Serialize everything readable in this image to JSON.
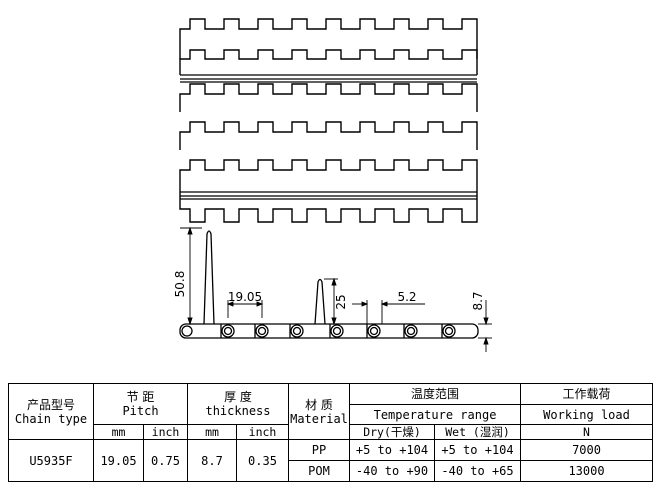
{
  "drawing": {
    "dim_height_total": "50.8",
    "dim_pitch": "19.05",
    "dim_flight": "25",
    "dim_gap": "5.2",
    "dim_thickness": "8.7"
  },
  "table": {
    "h_product": "产品型号",
    "h_product_en": "Chain type",
    "h_pitch_cn": "节 距",
    "h_pitch_en": "Pitch",
    "h_thick_cn": "厚  度",
    "h_thick_en": "thickness",
    "h_material_cn": "材 质",
    "h_material_en": "Material",
    "h_temp_cn": "温度范围",
    "h_temp_en": "Temperature range",
    "h_load_cn": "工作载荷",
    "h_load_en": "Working load",
    "u_mm1": "mm",
    "u_inch1": "inch",
    "u_mm2": "mm",
    "u_inch2": "inch",
    "u_dry": "Dry(干燥)",
    "u_wet": "Wet (湿润)",
    "u_load": "N",
    "chain": "U5935F",
    "pitch_mm": "19.05",
    "pitch_inch": "0.75",
    "thick_mm": "8.7",
    "thick_inch": "0.35",
    "rows": [
      {
        "material": "PP",
        "dry": "+5 to +104",
        "wet": "+5 to +104",
        "load": "7000"
      },
      {
        "material": "POM",
        "dry": "-40 to +90",
        "wet": "-40 to +65",
        "load": "13000"
      }
    ]
  }
}
